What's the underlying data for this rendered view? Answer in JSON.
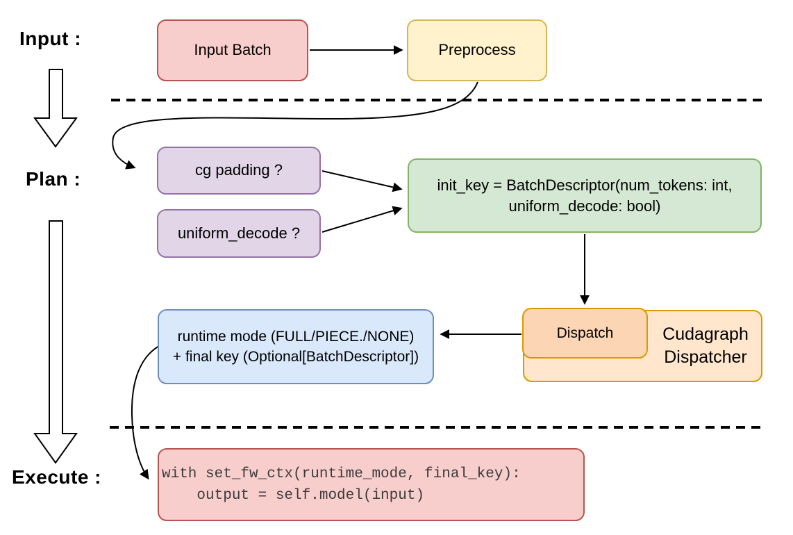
{
  "stages": {
    "input": "Input :",
    "plan": "Plan :",
    "execute": "Execute :"
  },
  "nodes": {
    "input_batch": {
      "label": "Input Batch",
      "fill": "#F8CECC",
      "stroke": "#B85450"
    },
    "preprocess": {
      "label": "Preprocess",
      "fill": "#FFF2CC",
      "stroke": "#D6B656"
    },
    "cg_padding": {
      "label": "cg padding ?",
      "fill": "#E1D5E7",
      "stroke": "#9673A6"
    },
    "uniform_decode": {
      "label": "uniform_decode ?",
      "fill": "#E1D5E7",
      "stroke": "#9673A6"
    },
    "init_key": {
      "line1": "init_key = BatchDescriptor(num_tokens: int,",
      "line2": "uniform_decode: bool)",
      "fill": "#D5E8D4",
      "stroke": "#82B366"
    },
    "dispatch": {
      "label": "Dispatch",
      "fill": "#FCD5B4",
      "stroke": "#D79B00"
    },
    "cudagraph_dispatcher": {
      "line1": "Cudagraph",
      "line2": "Dispatcher",
      "fill": "#FFE6CC",
      "stroke": "#D79B00"
    },
    "runtime_mode": {
      "line1": "runtime mode (FULL/PIECE./NONE)",
      "line2": "+ final key (Optional[BatchDescriptor])",
      "fill": "#DAE8FC",
      "stroke": "#6C8EBF"
    },
    "execute_code": {
      "line1": "with set_fw_ctx(runtime_mode, final_key):",
      "line2": "    output = self.model(input)",
      "fill": "#F8CECC",
      "stroke": "#B85450",
      "text_color": "#3B3B3B"
    }
  },
  "edges": [
    {
      "from": "input_batch",
      "to": "preprocess"
    },
    {
      "from": "preprocess",
      "to": "cg_padding"
    },
    {
      "from": "cg_padding",
      "to": "init_key"
    },
    {
      "from": "uniform_decode",
      "to": "init_key"
    },
    {
      "from": "init_key",
      "to": "dispatch"
    },
    {
      "from": "dispatch",
      "to": "runtime_mode"
    },
    {
      "from": "runtime_mode",
      "to": "execute_code"
    },
    {
      "from": "stage-input",
      "to": "stage-plan"
    },
    {
      "from": "stage-plan",
      "to": "stage-execute"
    }
  ],
  "arrow_color": "#000000"
}
